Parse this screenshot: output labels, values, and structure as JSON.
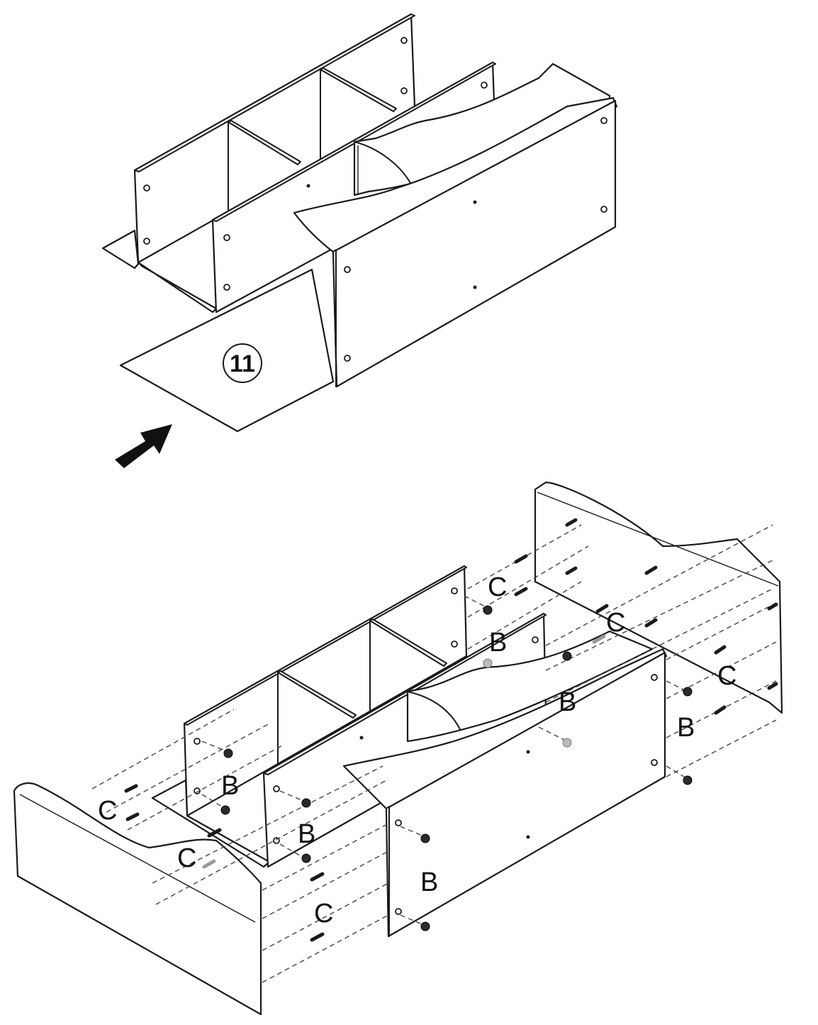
{
  "diagram": {
    "step": {
      "number": "11"
    },
    "labels": {
      "c1": "C",
      "c2": "C",
      "c3": "C",
      "c4": "C",
      "c5": "C",
      "c6": "C",
      "b1": "B",
      "b2": "B",
      "b3": "B",
      "b4": "B",
      "b5": "B",
      "b6": "B"
    }
  }
}
